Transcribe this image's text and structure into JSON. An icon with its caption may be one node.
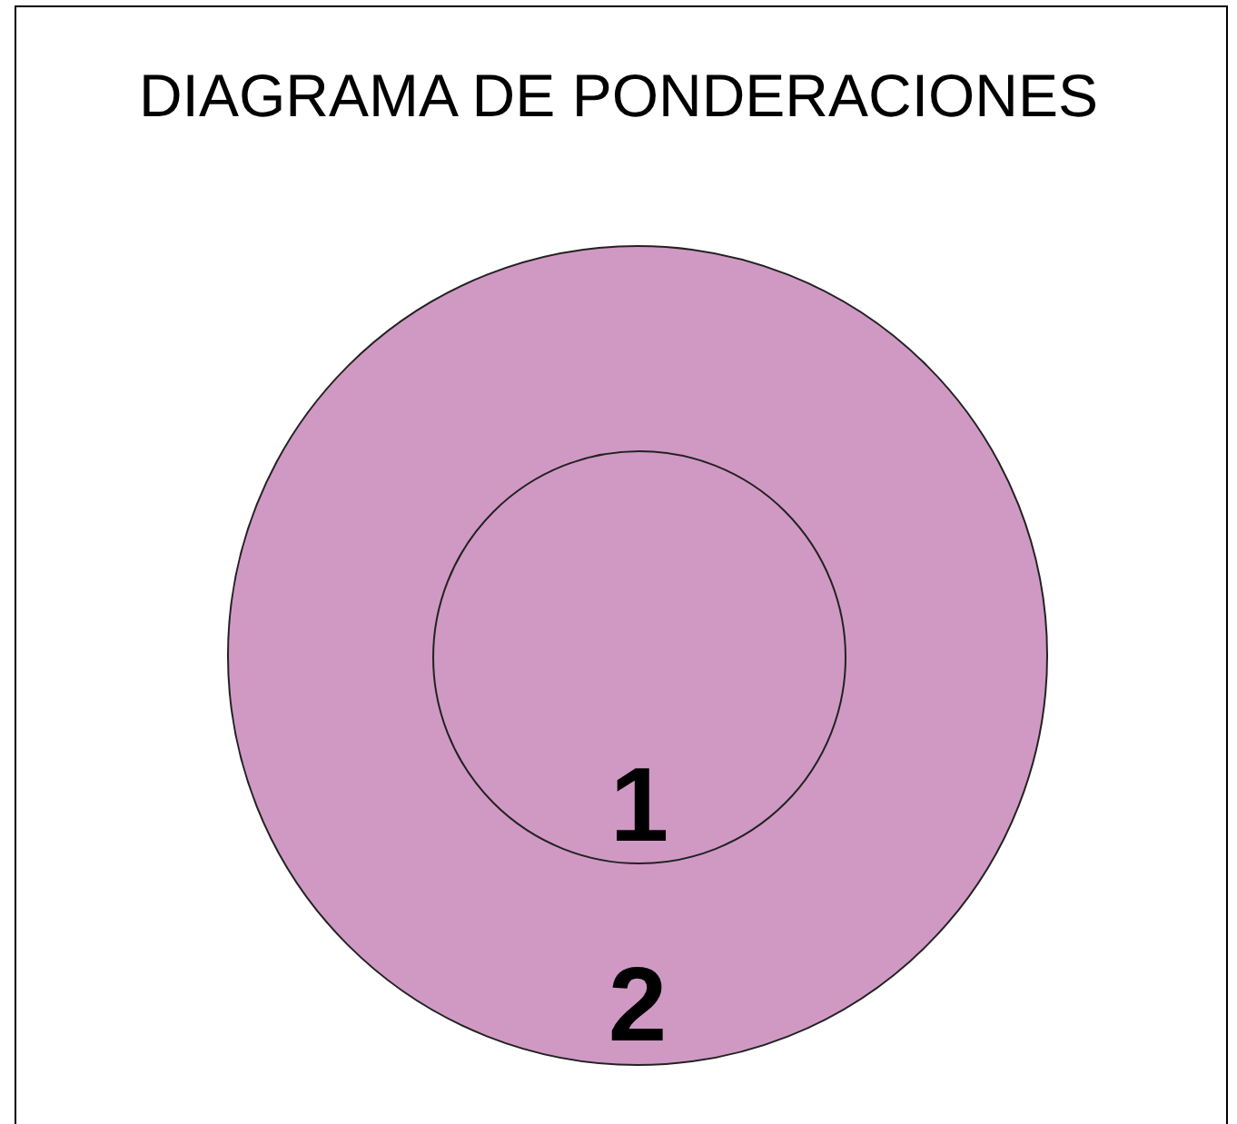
{
  "diagram": {
    "title": "DIAGRAMA DE PONDERACIONES",
    "nodes": [
      {
        "text": [
          "2"
        ]
      },
      {
        "text": [
          "1"
        ],
        "in": 0
      }
    ]
  }
}
